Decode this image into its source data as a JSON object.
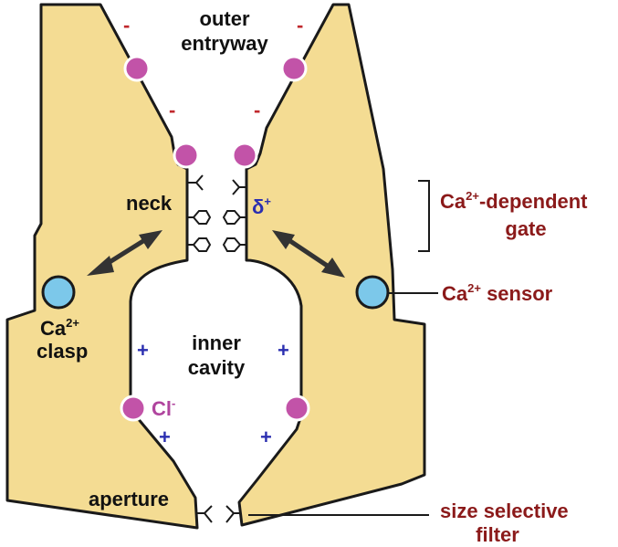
{
  "labels": {
    "outer_entryway_1": "outer",
    "outer_entryway_2": "entryway",
    "neck": "neck",
    "delta": "δ",
    "delta_sup": "+",
    "gate_1": "Ca",
    "gate_1_sup": "2+",
    "gate_1_rest": "-dependent",
    "gate_2": "gate",
    "sensor": "Ca",
    "sensor_sup": "2+",
    "sensor_rest": " sensor",
    "clasp_1": "Ca",
    "clasp_1_sup": "2+",
    "clasp_2": "clasp",
    "inner_1": "inner",
    "inner_2": "cavity",
    "chloride": "Cl",
    "chloride_sup": "-",
    "aperture": "aperture",
    "filter_1": "size selective",
    "filter_2": "filter"
  },
  "charges": {
    "negative": "-",
    "positive": "+"
  },
  "colors": {
    "membrane_fill": "#f4dc93",
    "outline": "#1a1a1a",
    "anion_site": "#c253a8",
    "calcium_site": "#7cc8ea",
    "red_label": "#8b1a1a",
    "negative_charge": "#c0282d",
    "positive_charge": "#2b2fb0"
  }
}
